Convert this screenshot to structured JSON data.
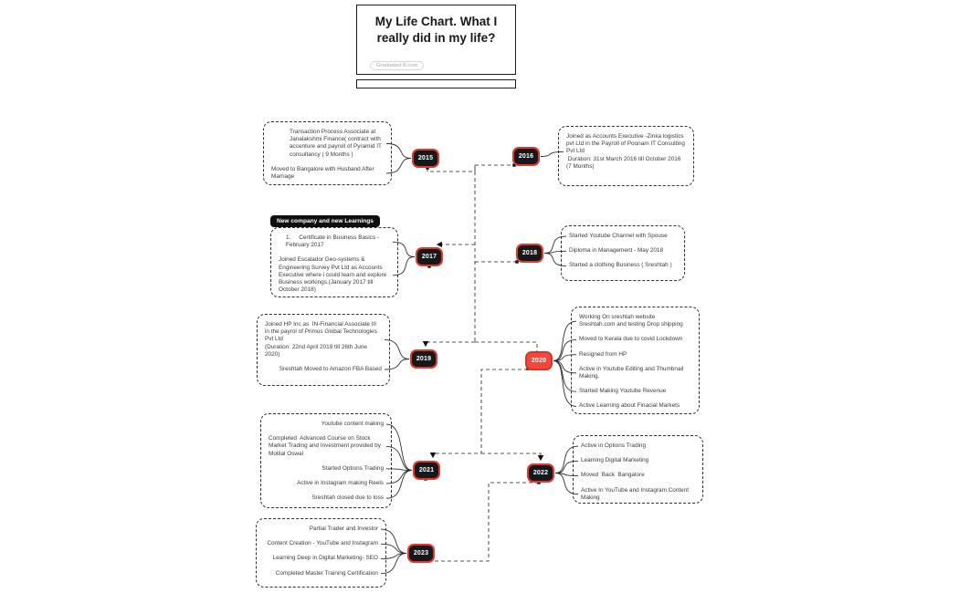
{
  "title_card": {
    "title": "My Life Chart. What I really did in my life?",
    "badge": "Graduated B.com"
  },
  "colors": {
    "node-bg": "#17181b",
    "node-border": "#e3392d",
    "highlight-bg": "#f4483d",
    "highlight-border": "#d2372c",
    "connector": "#595959",
    "box-border": "#2f2f2f",
    "text": "#3b3b3b"
  },
  "groups": [
    {
      "year": "2015",
      "side": "left",
      "items": [
        {
          "text": "Transaction Process Associate at Janalakshmi Finance( contract with accenture and payroll of Pyramid IT consultancy ( 9 Months )",
          "align": "left",
          "indent": 20
        },
        {
          "text": "Moved to Bangalore with Husband After Marriage",
          "align": "left"
        }
      ]
    },
    {
      "year": "2016",
      "side": "right",
      "items": [
        {
          "text": "Joined as Accounts Executive -Zinka logistics pvt Ltd in the Payroll of Poonam IT Consulting Pvt Ltd\n Duration: 31st March 2016 till October 2016 (7 Months)",
          "align": "left"
        }
      ]
    },
    {
      "year": "2017",
      "side": "left",
      "box_label": "New company and new Learnings",
      "items": [
        {
          "text": "1.     Certificate in Business Basics -\nFebruary 2017",
          "align": "left",
          "indent": 8
        },
        {
          "text": "Joined Escalador Geo-systems & Engineering Survey Pvt Ltd as Accounts Executive where i could learn and explore Business workings.(January 2017 till October 2018)",
          "align": "left"
        }
      ]
    },
    {
      "year": "2018",
      "side": "right",
      "items": [
        {
          "text": "Started Youtube Channel with Spouse",
          "align": "left"
        },
        {
          "text": "Diploma in Management - May 2018",
          "align": "left"
        },
        {
          "text": "Started a clothing Business ( Sreshtah )",
          "align": "left"
        }
      ]
    },
    {
      "year": "2019",
      "side": "left",
      "items": [
        {
          "text": "Joined HP Inc as  IN-Financial Associate III in the payrol of Primus Global Technologies Pvt Ltd\n(Duration: 22nd April 2019 till 26th June 2020)",
          "align": "left"
        },
        {
          "text": "Sreshtah Moved to Amazon FBA Based",
          "align": "right"
        }
      ]
    },
    {
      "year": "2020",
      "side": "right",
      "variant": "red",
      "items": [
        {
          "text": "Working On sreshtah website Sreshtah.com and testing Drop shipping",
          "align": "left"
        },
        {
          "text": "Moved to Kerala due to covid Lockdown",
          "align": "left"
        },
        {
          "text": "Resigned from HP",
          "align": "left"
        },
        {
          "text": "Active in Youtube Editing and Thumbnail Making.",
          "align": "left"
        },
        {
          "text": "Started Making Youtube Revenue",
          "align": "left"
        },
        {
          "text": "Active Learning about Finacial Markets",
          "align": "left"
        }
      ]
    },
    {
      "year": "2021",
      "side": "left",
      "items": [
        {
          "text": "Youtube content making",
          "align": "right"
        },
        {
          "text": "Completed  Advanced Course on Stock Market Trading and Investment provided by Motilal Oswal",
          "align": "left"
        },
        {
          "text": "Started Options Trading",
          "align": "right"
        },
        {
          "text": "Active in Instagram making Reels",
          "align": "right"
        },
        {
          "text": "Sreshtah closed due to loss",
          "align": "right"
        }
      ]
    },
    {
      "year": "2022",
      "side": "right",
      "items": [
        {
          "text": "Active in Options Trading",
          "align": "left"
        },
        {
          "text": "Learning Digital Marketing",
          "align": "left"
        },
        {
          "text": "Moved  Back  Bangalore",
          "align": "left"
        },
        {
          "text": "Active In YouTube and Instagram Content Making",
          "align": "left"
        }
      ]
    },
    {
      "year": "2023",
      "side": "left",
      "items": [
        {
          "text": "Partial Trader and Investor",
          "align": "right"
        },
        {
          "text": "Content Creation - YouTube and Instagram",
          "align": "right"
        },
        {
          "text": "Learning Deep in Digital Marketing- SEO",
          "align": "right"
        },
        {
          "text": "Completed Master Training Certification",
          "align": "right"
        }
      ]
    }
  ]
}
